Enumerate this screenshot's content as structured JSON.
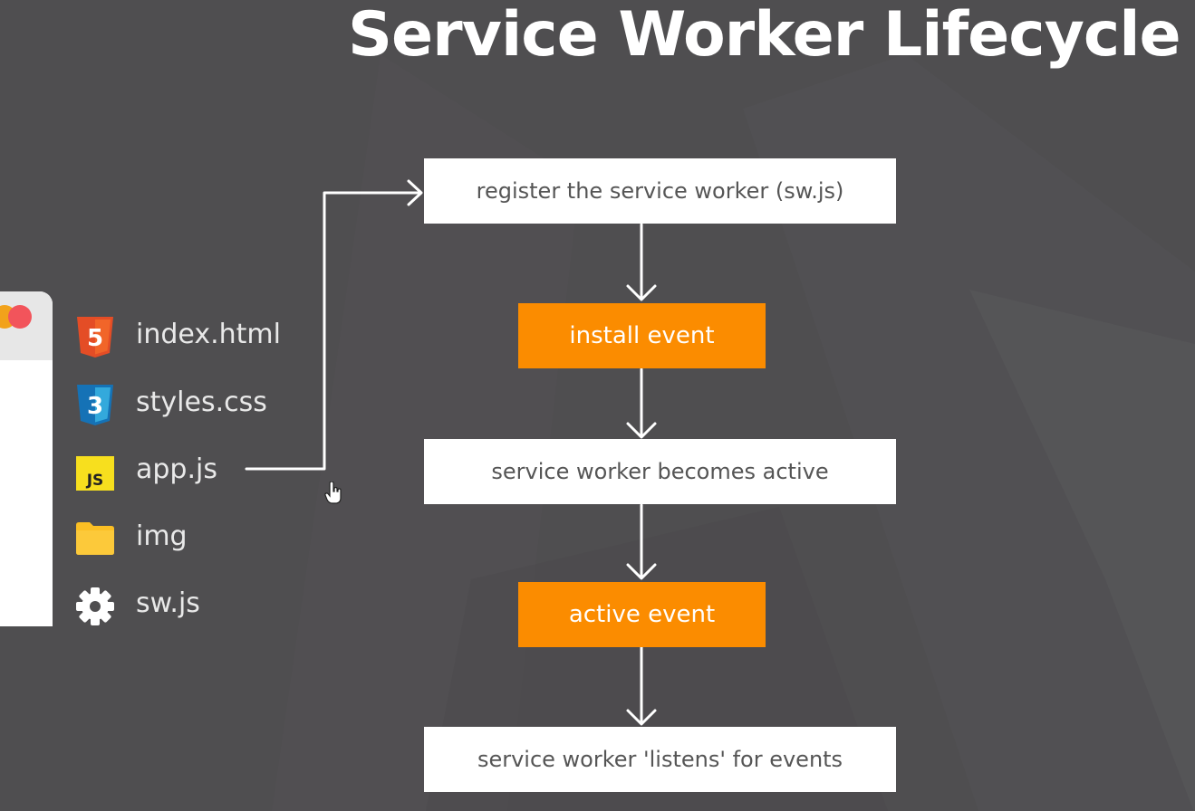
{
  "title": "Service Worker Lifecycle",
  "browser": {
    "dot_colors": [
      "#f2a21b",
      "#f2545b"
    ]
  },
  "files": [
    {
      "name": "index.html",
      "icon": "html5-icon",
      "color": "#e44d26"
    },
    {
      "name": "styles.css",
      "icon": "css3-icon",
      "color": "#1572b6"
    },
    {
      "name": "app.js",
      "icon": "javascript-icon",
      "color": "#f7df1e"
    },
    {
      "name": "img",
      "icon": "folder-icon",
      "color": "#fbbf24"
    },
    {
      "name": "sw.js",
      "icon": "gear-icon",
      "color": "#ffffff"
    }
  ],
  "flow": {
    "steps": [
      {
        "label": "register the service worker (sw.js)",
        "style": "white"
      },
      {
        "label": "install event",
        "style": "orange"
      },
      {
        "label": "service worker becomes active",
        "style": "white"
      },
      {
        "label": "active event",
        "style": "orange"
      },
      {
        "label": "service worker 'listens' for events",
        "style": "white"
      }
    ],
    "accent_color": "#fb8c00"
  }
}
